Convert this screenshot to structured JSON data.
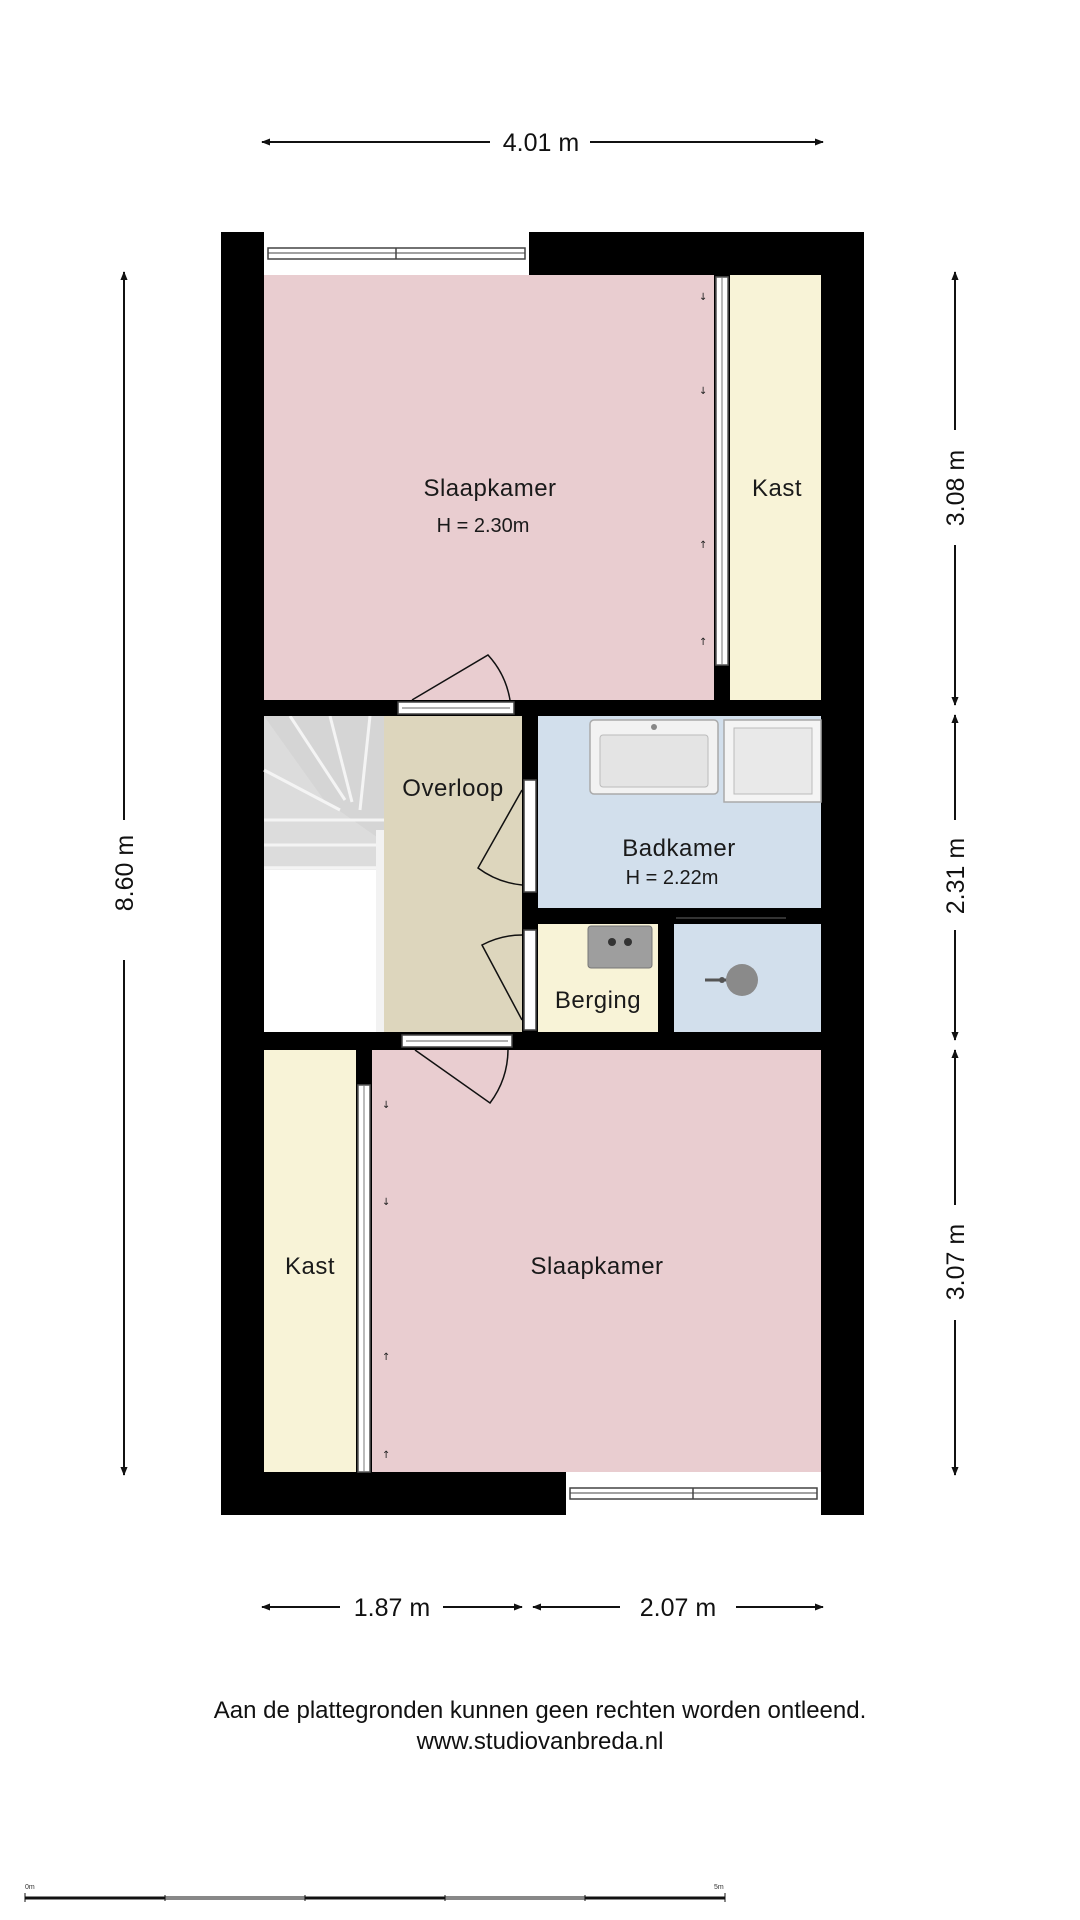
{
  "dimensions": {
    "top_width": "4.01 m",
    "left_height": "8.60 m",
    "right_top": "3.08 m",
    "right_middle": "2.31 m",
    "right_bottom": "3.07 m",
    "bottom_left": "1.87 m",
    "bottom_right": "2.07 m"
  },
  "rooms": {
    "bedroom_top": {
      "label": "Slaapkamer",
      "height": "H = 2.30m"
    },
    "closet_top": {
      "label": "Kast"
    },
    "landing": {
      "label": "Overloop"
    },
    "bathroom": {
      "label": "Badkamer",
      "height": "H = 2.22m"
    },
    "storage": {
      "label": "Berging"
    },
    "closet_bottom": {
      "label": "Kast"
    },
    "bedroom_bottom": {
      "label": "Slaapkamer"
    }
  },
  "colors": {
    "wall": "#000000",
    "bedroom": "#e9cdd0",
    "closet": "#f8f3d7",
    "landing": "#ddd6bd",
    "bathroom": "#d2dfec",
    "stairs": "#e6e6e6"
  },
  "footer": {
    "disclaimer": "Aan de plattegronden kunnen geen rechten worden ontleend.",
    "website": "www.studiovanbreda.nl"
  },
  "scale_bar": {
    "start_label": "0m",
    "end_label": "5m"
  }
}
